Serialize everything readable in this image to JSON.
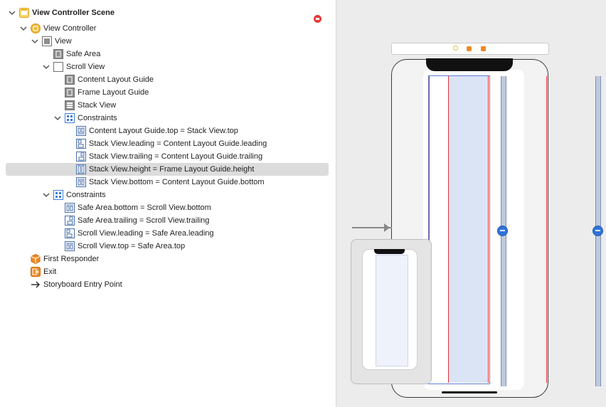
{
  "outline": {
    "scene_title": "View Controller Scene",
    "items": [
      {
        "label": "View Controller"
      },
      {
        "label": "View"
      },
      {
        "label": "Safe Area"
      },
      {
        "label": "Scroll View"
      },
      {
        "label": "Content Layout Guide"
      },
      {
        "label": "Frame Layout Guide"
      },
      {
        "label": "Stack View"
      },
      {
        "label": "Constraints"
      },
      {
        "label": "Content Layout Guide.top = Stack View.top"
      },
      {
        "label": "Stack View.leading = Content Layout Guide.leading"
      },
      {
        "label": "Stack View.trailing = Content Layout Guide.trailing"
      },
      {
        "label": "Stack View.height = Frame Layout Guide.height"
      },
      {
        "label": "Stack View.bottom = Content Layout Guide.bottom"
      },
      {
        "label": "Constraints"
      },
      {
        "label": "Safe Area.bottom = Scroll View.bottom"
      },
      {
        "label": "Safe Area.trailing = Scroll View.trailing"
      },
      {
        "label": "Scroll View.leading = Safe Area.leading"
      },
      {
        "label": "Scroll View.top = Safe Area.top"
      },
      {
        "label": "First Responder"
      },
      {
        "label": "Exit"
      },
      {
        "label": "Storyboard Entry Point"
      }
    ],
    "selected_item": "Stack View.height = Frame Layout Guide.height"
  },
  "colors": {
    "selection": "#dcdcdc",
    "constraint_blue": "#3d7fd6",
    "scene_yellow": "#f5b731",
    "responder_orange": "#f08a24",
    "red_line": "#e0323c",
    "stepper_blue": "#2e73d9"
  },
  "icons": {
    "scene": "scene-icon",
    "view_controller": "view-controller-icon",
    "first_responder": "cube-icon",
    "exit": "exit-icon",
    "entry_point": "arrow-right-icon"
  }
}
